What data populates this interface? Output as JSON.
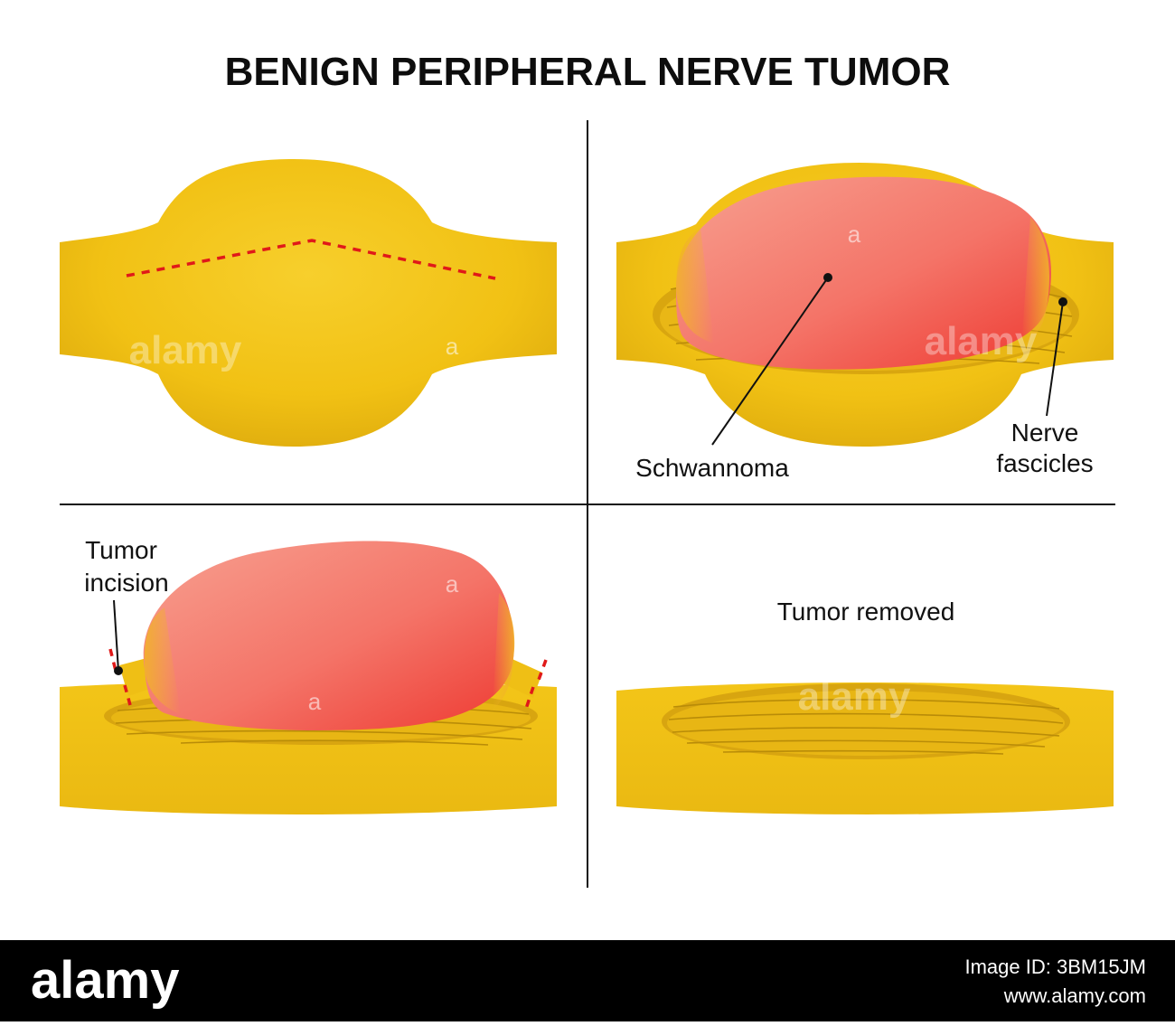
{
  "title": "BENIGN PERIPHERAL NERVE TUMOR",
  "labels": {
    "schwannoma": "Schwannoma",
    "nerve_line1": "Nerve",
    "nerve_line2": "fascicles",
    "incision_line1": "Tumor",
    "incision_line2": "incision",
    "removed": "Tumor removed"
  },
  "watermark": {
    "word": "alamy",
    "letter": "a"
  },
  "footer": {
    "logo": "alamy",
    "left_id": "Image ID: 3BM15JM",
    "right_url": "www.alamy.com"
  },
  "colors": {
    "nerve": "#f2c316",
    "nerve_dark": "#d7a410",
    "tumor": "#f47c72",
    "tumor_red": "#ee3b33",
    "incision": "#e01919",
    "footer_bg": "#000000"
  }
}
